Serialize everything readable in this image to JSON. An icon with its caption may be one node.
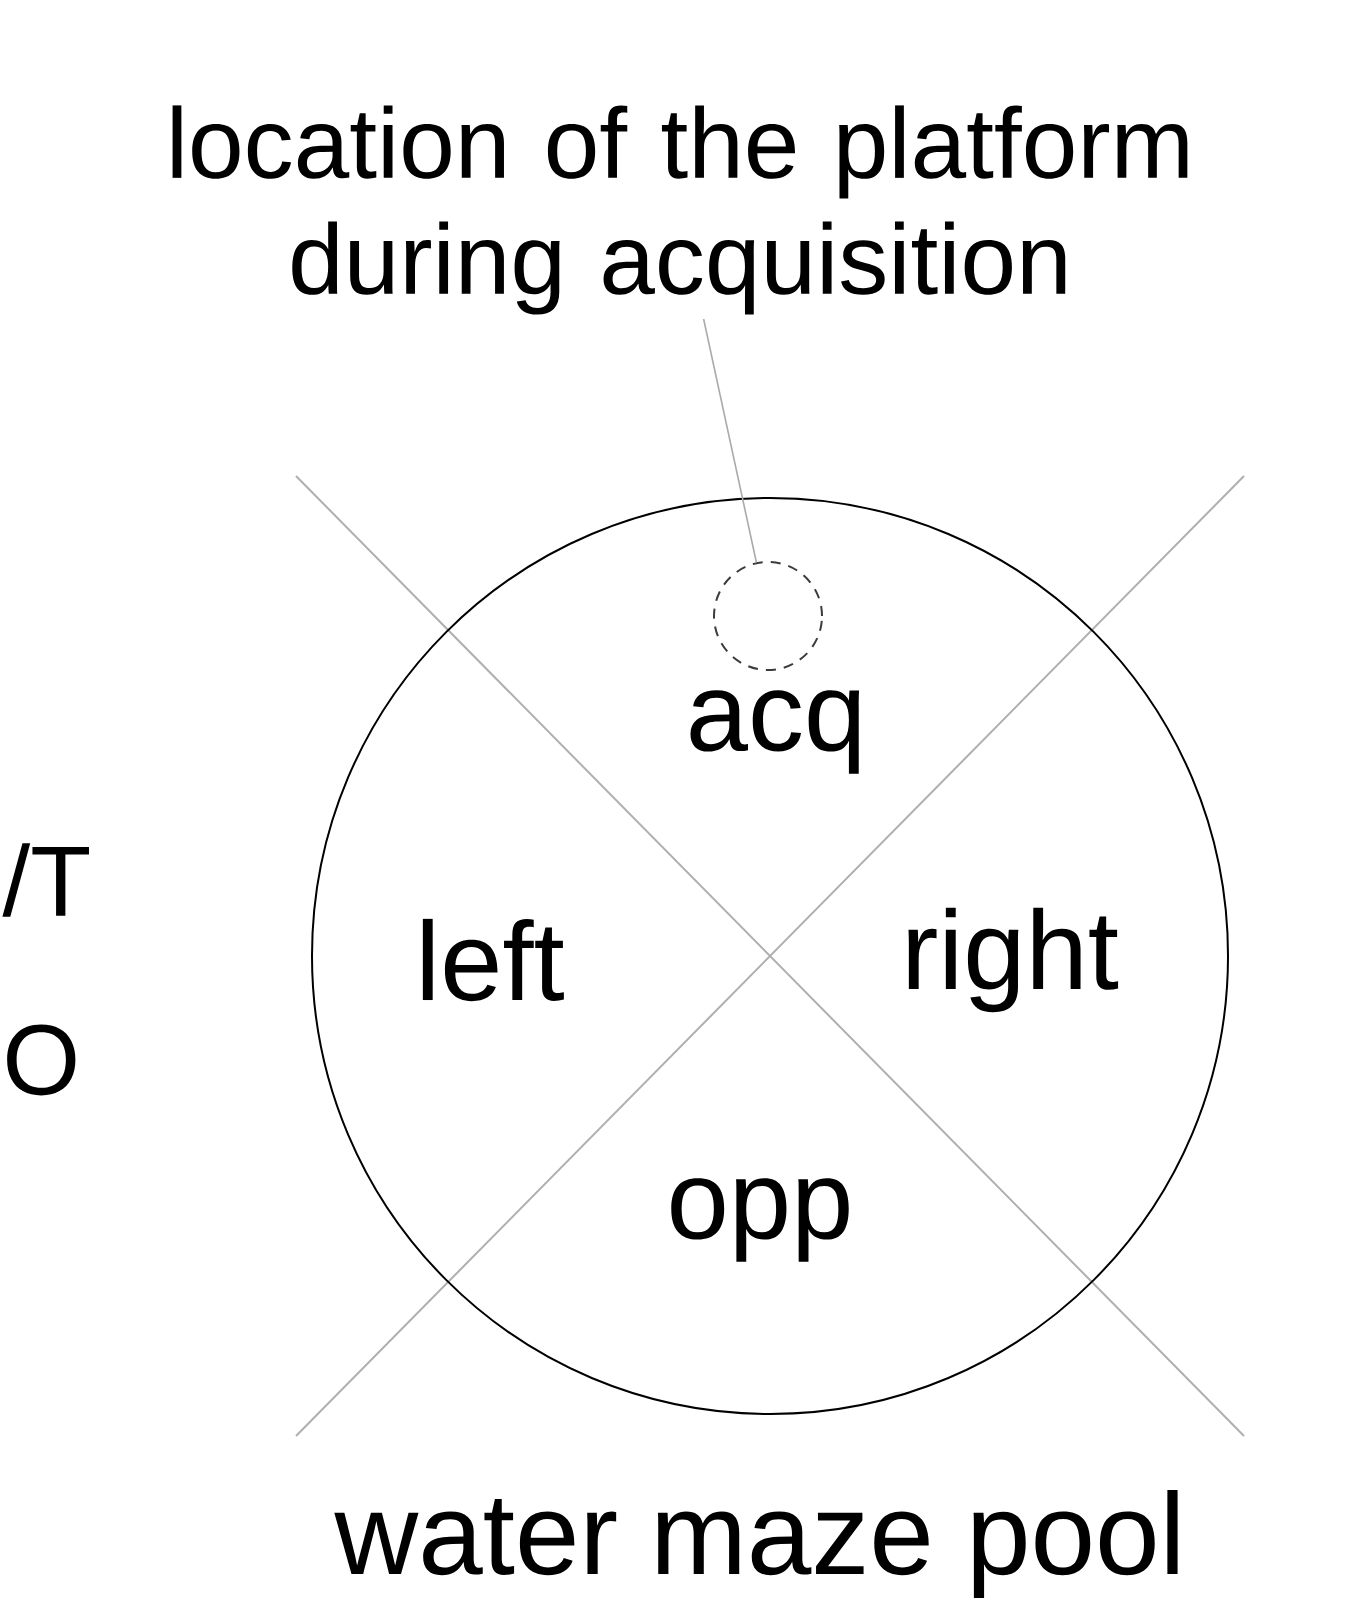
{
  "diagram": {
    "nodes": [
      {
        "text": [
          "location of the platform during acquisition"
        ]
      },
      {
        "text": [],
        "shape": "circle",
        "beside": [
          "water maze pool"
        ]
      },
      {
        "text": [],
        "shape": "circle",
        "in": 1
      },
      {
        "text": [
          "acq"
        ],
        "in": 1
      },
      {
        "text": [
          "left"
        ],
        "in": 1
      },
      {
        "text": [
          "right"
        ],
        "in": 1
      },
      {
        "text": [
          "opp"
        ],
        "in": 1
      }
    ],
    "edges": [
      {
        "from": 0,
        "to": 2,
        "arrow": "none"
      }
    ],
    "labels": [
      "/T",
      "O"
    ]
  }
}
